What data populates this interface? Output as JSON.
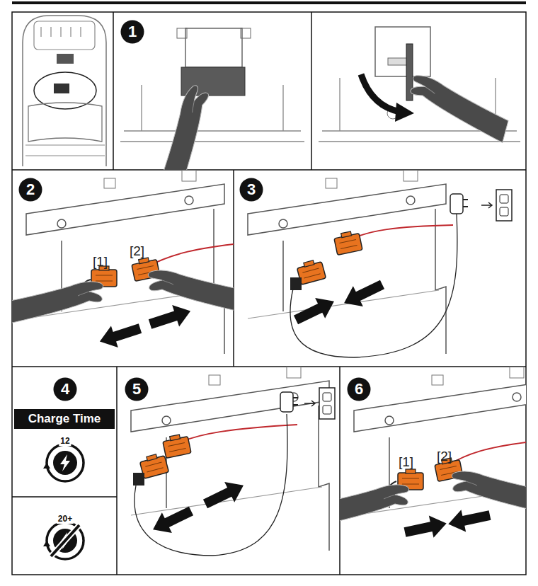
{
  "diagram": {
    "nodes": [
      {
        "text": [
          "1"
        ]
      },
      {
        "text": [
          "2"
        ]
      },
      {
        "text": [
          "3"
        ]
      },
      {
        "text": [
          "4"
        ]
      },
      {
        "text": [
          "Charge Time"
        ]
      },
      {
        "text": [
          "12"
        ]
      },
      {
        "text": [
          "20+"
        ]
      },
      {
        "text": [
          "5"
        ]
      },
      {
        "text": [
          "6"
        ]
      }
    ],
    "labels": [
      "[1]",
      "[2]",
      "[1]",
      "[2]"
    ]
  }
}
